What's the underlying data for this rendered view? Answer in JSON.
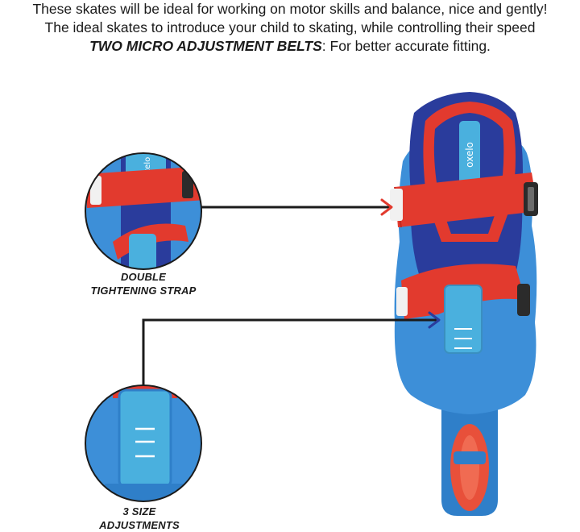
{
  "header": {
    "line1": "These skates will be ideal for working on motor skills and balance, nice and gently!",
    "line2": "The ideal skates to introduce your child to skating, while controlling their speed",
    "line3_bold": "TWO MICRO ADJUSTMENT BELTS",
    "line3_rest": ": For better accurate fitting."
  },
  "callouts": [
    {
      "label_line1": "DOUBLE",
      "label_line2": "TIGHTENING STRAP",
      "icon": "strap-zoom-circle"
    },
    {
      "label_line1": "3 SIZE",
      "label_line2": "ADJUSTMENTS",
      "icon": "size-zoom-circle"
    }
  ],
  "product": {
    "brand_text": "oxelo",
    "colors": {
      "shell": "#3d8fd8",
      "liner": "#2a3c9c",
      "strap": "#e23a2e",
      "tongue": "#4ab0de",
      "wheel": "#e8503a"
    }
  }
}
